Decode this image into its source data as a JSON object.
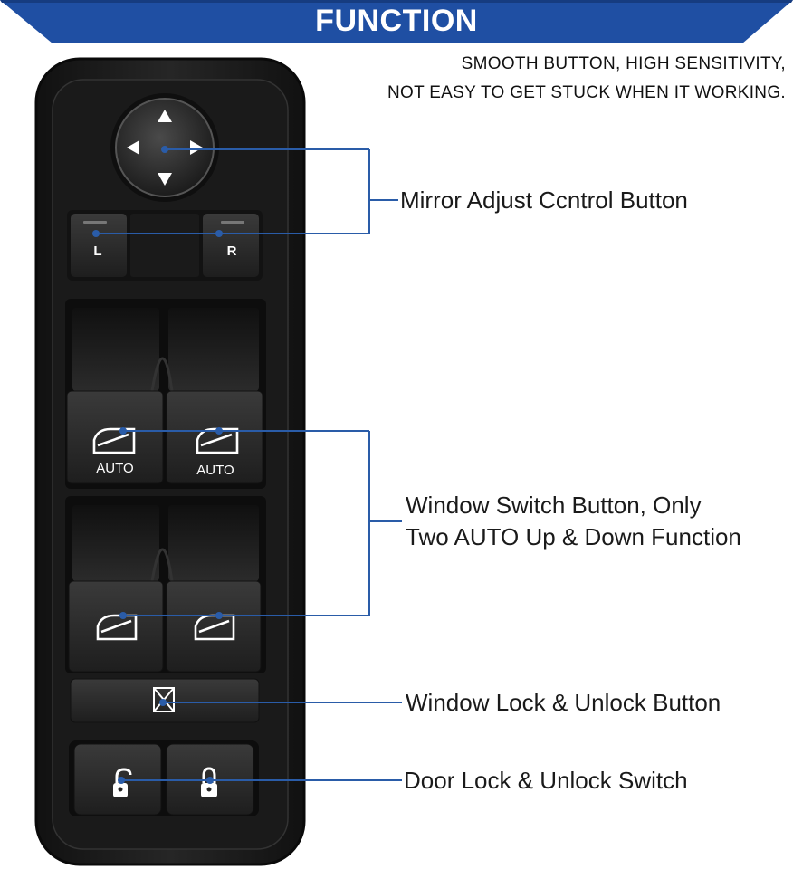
{
  "header": {
    "title": "FUNCTION",
    "line1": "SMOOTH BUTTON, HIGH SENSITIVITY,",
    "line2": "NOT EASY TO GET STUCK WHEN IT WORKING."
  },
  "switch_panel": {
    "mirror_left_label": "L",
    "mirror_right_label": "R",
    "auto_label": "AUTO"
  },
  "callouts": {
    "mirror": "Mirror Adjust Ccntrol Button",
    "window_line1": "Window Switch Button, Only",
    "window_line2": "Two AUTO Up & Down Function",
    "window_lock": "Window Lock & Unlock Button",
    "door_lock": "Door Lock & Unlock Switch"
  },
  "colors": {
    "banner": "#1f4fa3",
    "leader": "#2a5ca8",
    "panel": "#1c1c1c",
    "button": "#2a2a2a"
  }
}
